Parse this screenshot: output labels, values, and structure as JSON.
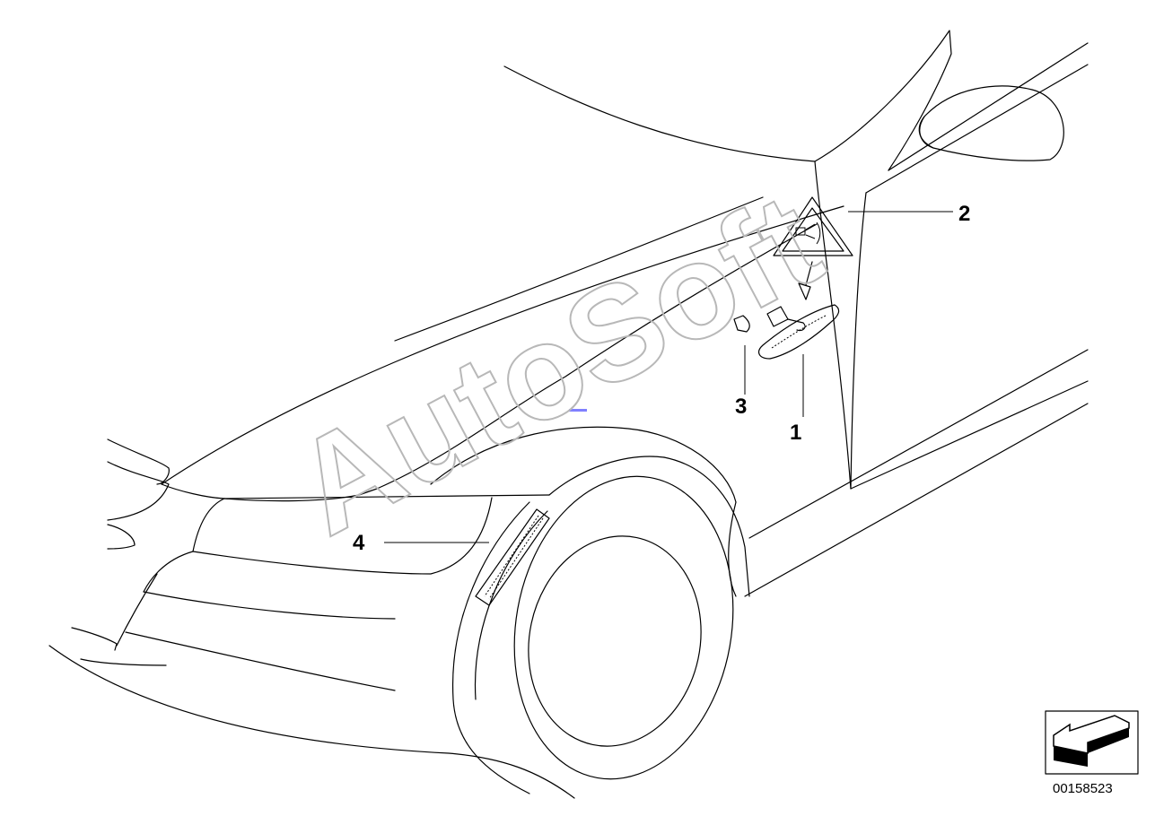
{
  "callouts": [
    {
      "id": "1",
      "label": "1"
    },
    {
      "id": "2",
      "label": "2"
    },
    {
      "id": "3",
      "label": "3"
    },
    {
      "id": "4",
      "label": "4"
    }
  ],
  "watermark": "AutoSoft",
  "diagram_reference": "00158523",
  "colors": {
    "line": "#000000",
    "watermark": "#b8b8b8",
    "accent_mark": "#8080ff"
  },
  "icons": {
    "orientation": "arrow-back-left-icon",
    "warning": "warning-triangle-icon"
  }
}
